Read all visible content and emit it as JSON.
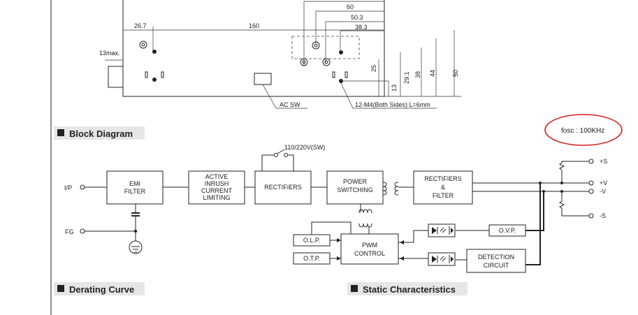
{
  "mechanical": {
    "dims": {
      "d60": "60",
      "d503": "50.3",
      "d383": "38.3",
      "d267": "26.7",
      "d160": "160",
      "d13max": "13max.",
      "v25": "25",
      "v13": "13",
      "v291": "29.1",
      "v38": "38",
      "v44": "44",
      "v50": "50"
    },
    "ac_sw": "AC SW",
    "screw_note": "12-M4(Both Sides) L=6mm"
  },
  "sections": {
    "block_diagram": "Block Diagram",
    "derating_curve": "Derating Curve",
    "static_characteristics": "Static Characteristics"
  },
  "annotation": "fosc : 100KHz",
  "block_diagram": {
    "ip_label": "I/P",
    "fg_label": "FG",
    "emi": [
      "EMI",
      "FILTER"
    ],
    "inrush": [
      "ACTIVE",
      "INRUSH",
      "CURRENT",
      "LIMITING"
    ],
    "rectifiers": "RECTIFIERS",
    "switch_label": "110/220V(SW)",
    "power": [
      "POWER",
      "SWITCHING"
    ],
    "rect_filter": [
      "RECTIFIERS",
      "&",
      "FILTER"
    ],
    "pwm": [
      "PWM",
      "CONTROL"
    ],
    "olp": "O.L.P.",
    "otp": "O.T.P.",
    "ovp": "O.V.P.",
    "detection": [
      "DETECTION",
      "CIRCUIT"
    ],
    "out_s_plus": "+S",
    "out_v_plus": "+V",
    "out_v_minus": "-V",
    "out_s_minus": "-S"
  },
  "colors": {
    "annotation_circle": "#d42020",
    "section_bg": "#e6e6e6"
  }
}
